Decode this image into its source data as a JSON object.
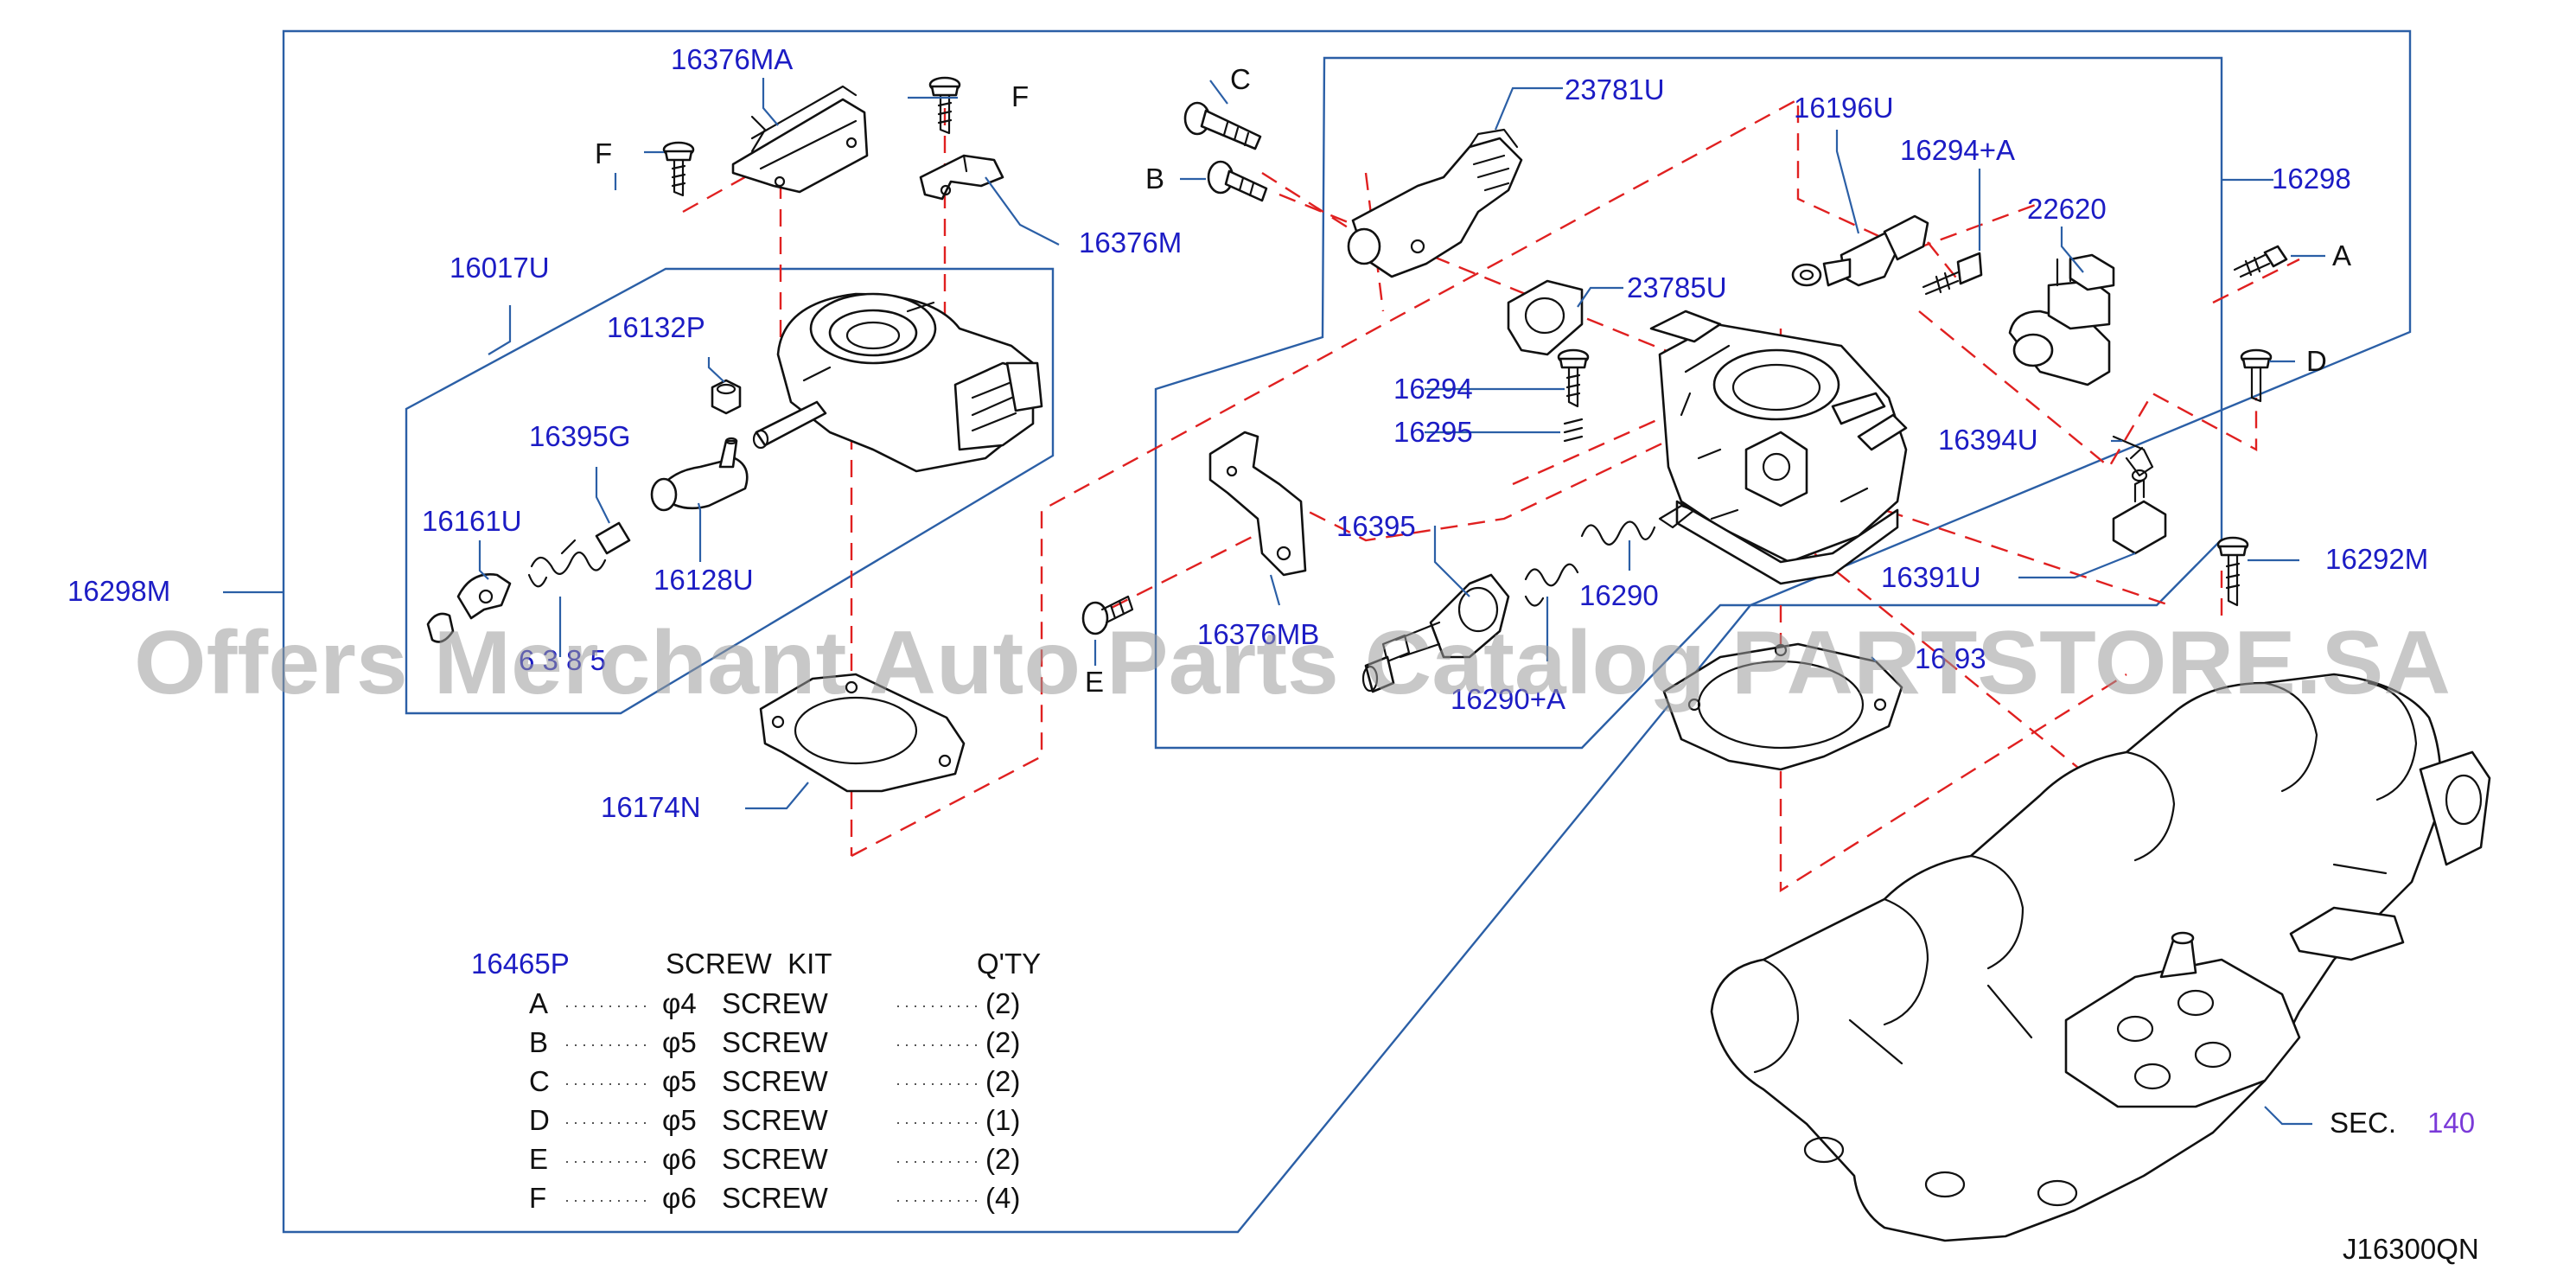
{
  "diagram_code": "J16300QN",
  "watermark": "Offers Merchant Auto Parts Catalog PARTSTORE.SA",
  "section_ref": {
    "label": "SEC.",
    "number": "140"
  },
  "part_labels": {
    "p16376MA": "16376MA",
    "p16376M": "16376M",
    "p16017U": "16017U",
    "p16132P": "16132P",
    "p16395G": "16395G",
    "p16161U": "16161U",
    "p16128U": "16128U",
    "p16298M": "16298M",
    "p16174N": "16174N",
    "p6385": "6 3 8 5",
    "p23781U": "23781U",
    "p16196U": "16196U",
    "p16294A": "16294+A",
    "p22620": "22620",
    "p16298": "16298",
    "p23785U": "23785U",
    "p16294": "16294",
    "p16295": "16295",
    "p16394U": "16394U",
    "p16395": "16395",
    "p16290": "16290",
    "p16391U": "16391U",
    "p16376MB": "16376MB",
    "p16290A": "16290+A",
    "p16193": "16 93",
    "p16292M": "16292M"
  },
  "screw_letters": {
    "c": "C",
    "b": "B",
    "f_left": "F",
    "f_right": "F",
    "a": "A",
    "d": "D",
    "e": "E"
  },
  "screw_kit": {
    "part_no": "16465P",
    "title": "SCREW  KIT",
    "qty_header": "Q'TY",
    "rows": [
      {
        "letter": "A",
        "size": "φ4",
        "name": "SCREW",
        "qty": "(2)"
      },
      {
        "letter": "B",
        "size": "φ5",
        "name": "SCREW",
        "qty": "(2)"
      },
      {
        "letter": "C",
        "size": "φ5",
        "name": "SCREW",
        "qty": "(2)"
      },
      {
        "letter": "D",
        "size": "φ5",
        "name": "SCREW",
        "qty": "(1)"
      },
      {
        "letter": "E",
        "size": "φ6",
        "name": "SCREW",
        "qty": "(2)"
      },
      {
        "letter": "F",
        "size": "φ6",
        "name": "SCREW",
        "qty": "(4)"
      }
    ]
  }
}
